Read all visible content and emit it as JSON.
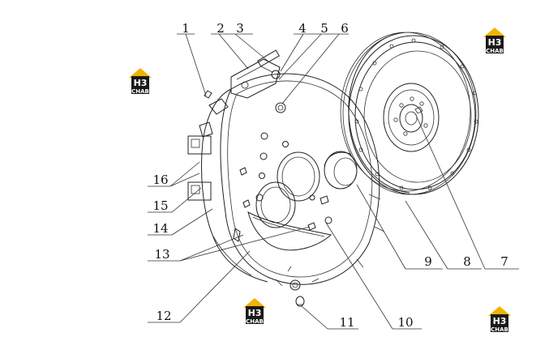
{
  "diagram": {
    "callouts": [
      "1",
      "2",
      "3",
      "4",
      "5",
      "6",
      "7",
      "8",
      "9",
      "10",
      "11",
      "12",
      "13",
      "14",
      "15",
      "16"
    ]
  },
  "watermark": {
    "logo_mark": "H3",
    "logo_text": "CHAB",
    "brand_color": "#f0b400",
    "dark_color": "#1a1a1a"
  }
}
